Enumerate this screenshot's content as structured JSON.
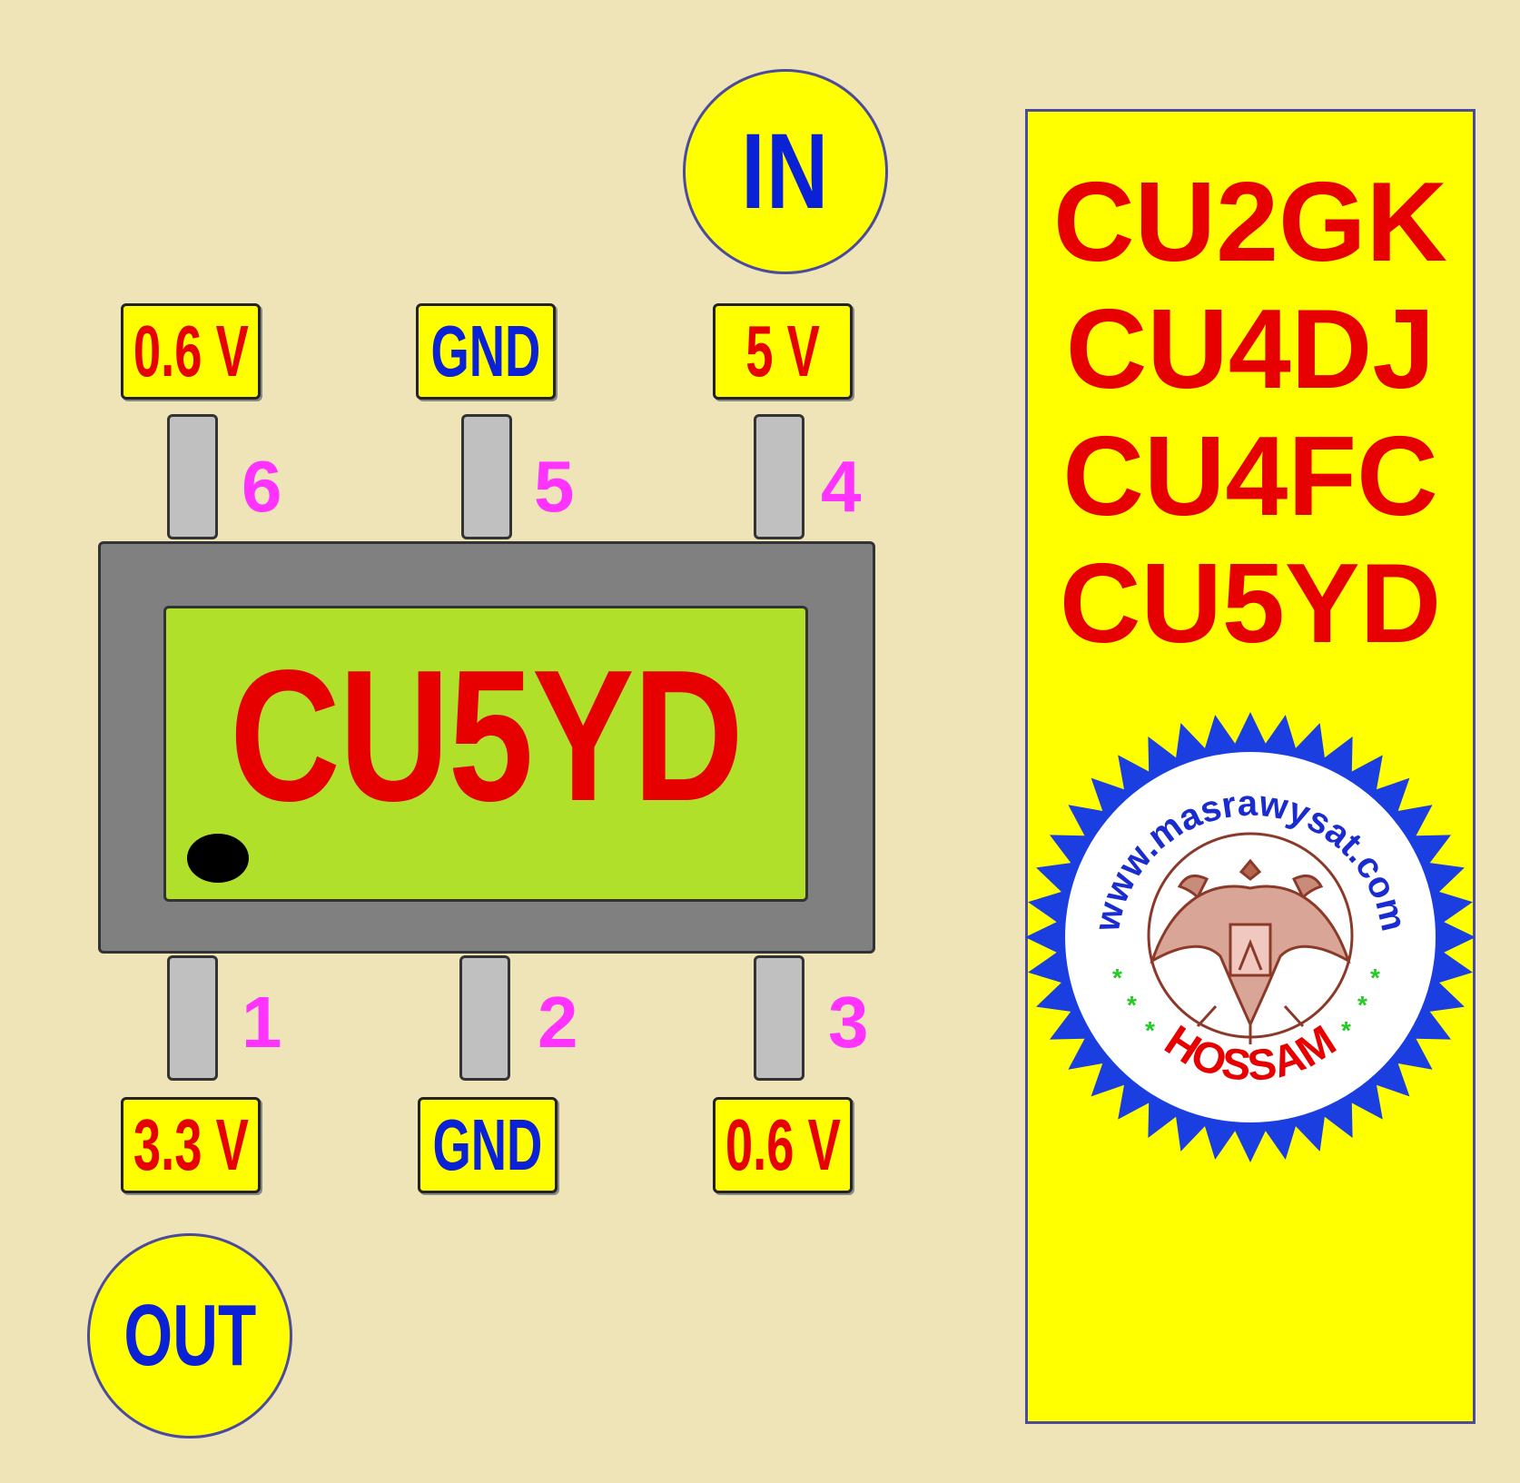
{
  "labels": {
    "in": "IN",
    "out": "OUT"
  },
  "chip": {
    "marking": "CU5YD",
    "pins": [
      {
        "number": "6",
        "voltage": "0.6 V"
      },
      {
        "number": "5",
        "voltage": "GND"
      },
      {
        "number": "4",
        "voltage": "5 V"
      },
      {
        "number": "1",
        "voltage": "3.3 V"
      },
      {
        "number": "2",
        "voltage": "GND"
      },
      {
        "number": "3",
        "voltage": "0.6 V"
      }
    ]
  },
  "codes": [
    "CU2GK",
    "CU4DJ",
    "CU4FC",
    "CU5YD"
  ],
  "seal": {
    "site": "www.masrawysat.com",
    "name": "HOSSAM"
  },
  "colors": {
    "background": "#efe4b7",
    "label_fill": "#ffff00",
    "voltage_text": "#e60000",
    "gnd_text": "#0b21d6",
    "pin_number": "#ff33ff",
    "chip_body": "#808080",
    "chip_face": "#b0e02a",
    "seal_teeth": "#1a3ee0"
  }
}
